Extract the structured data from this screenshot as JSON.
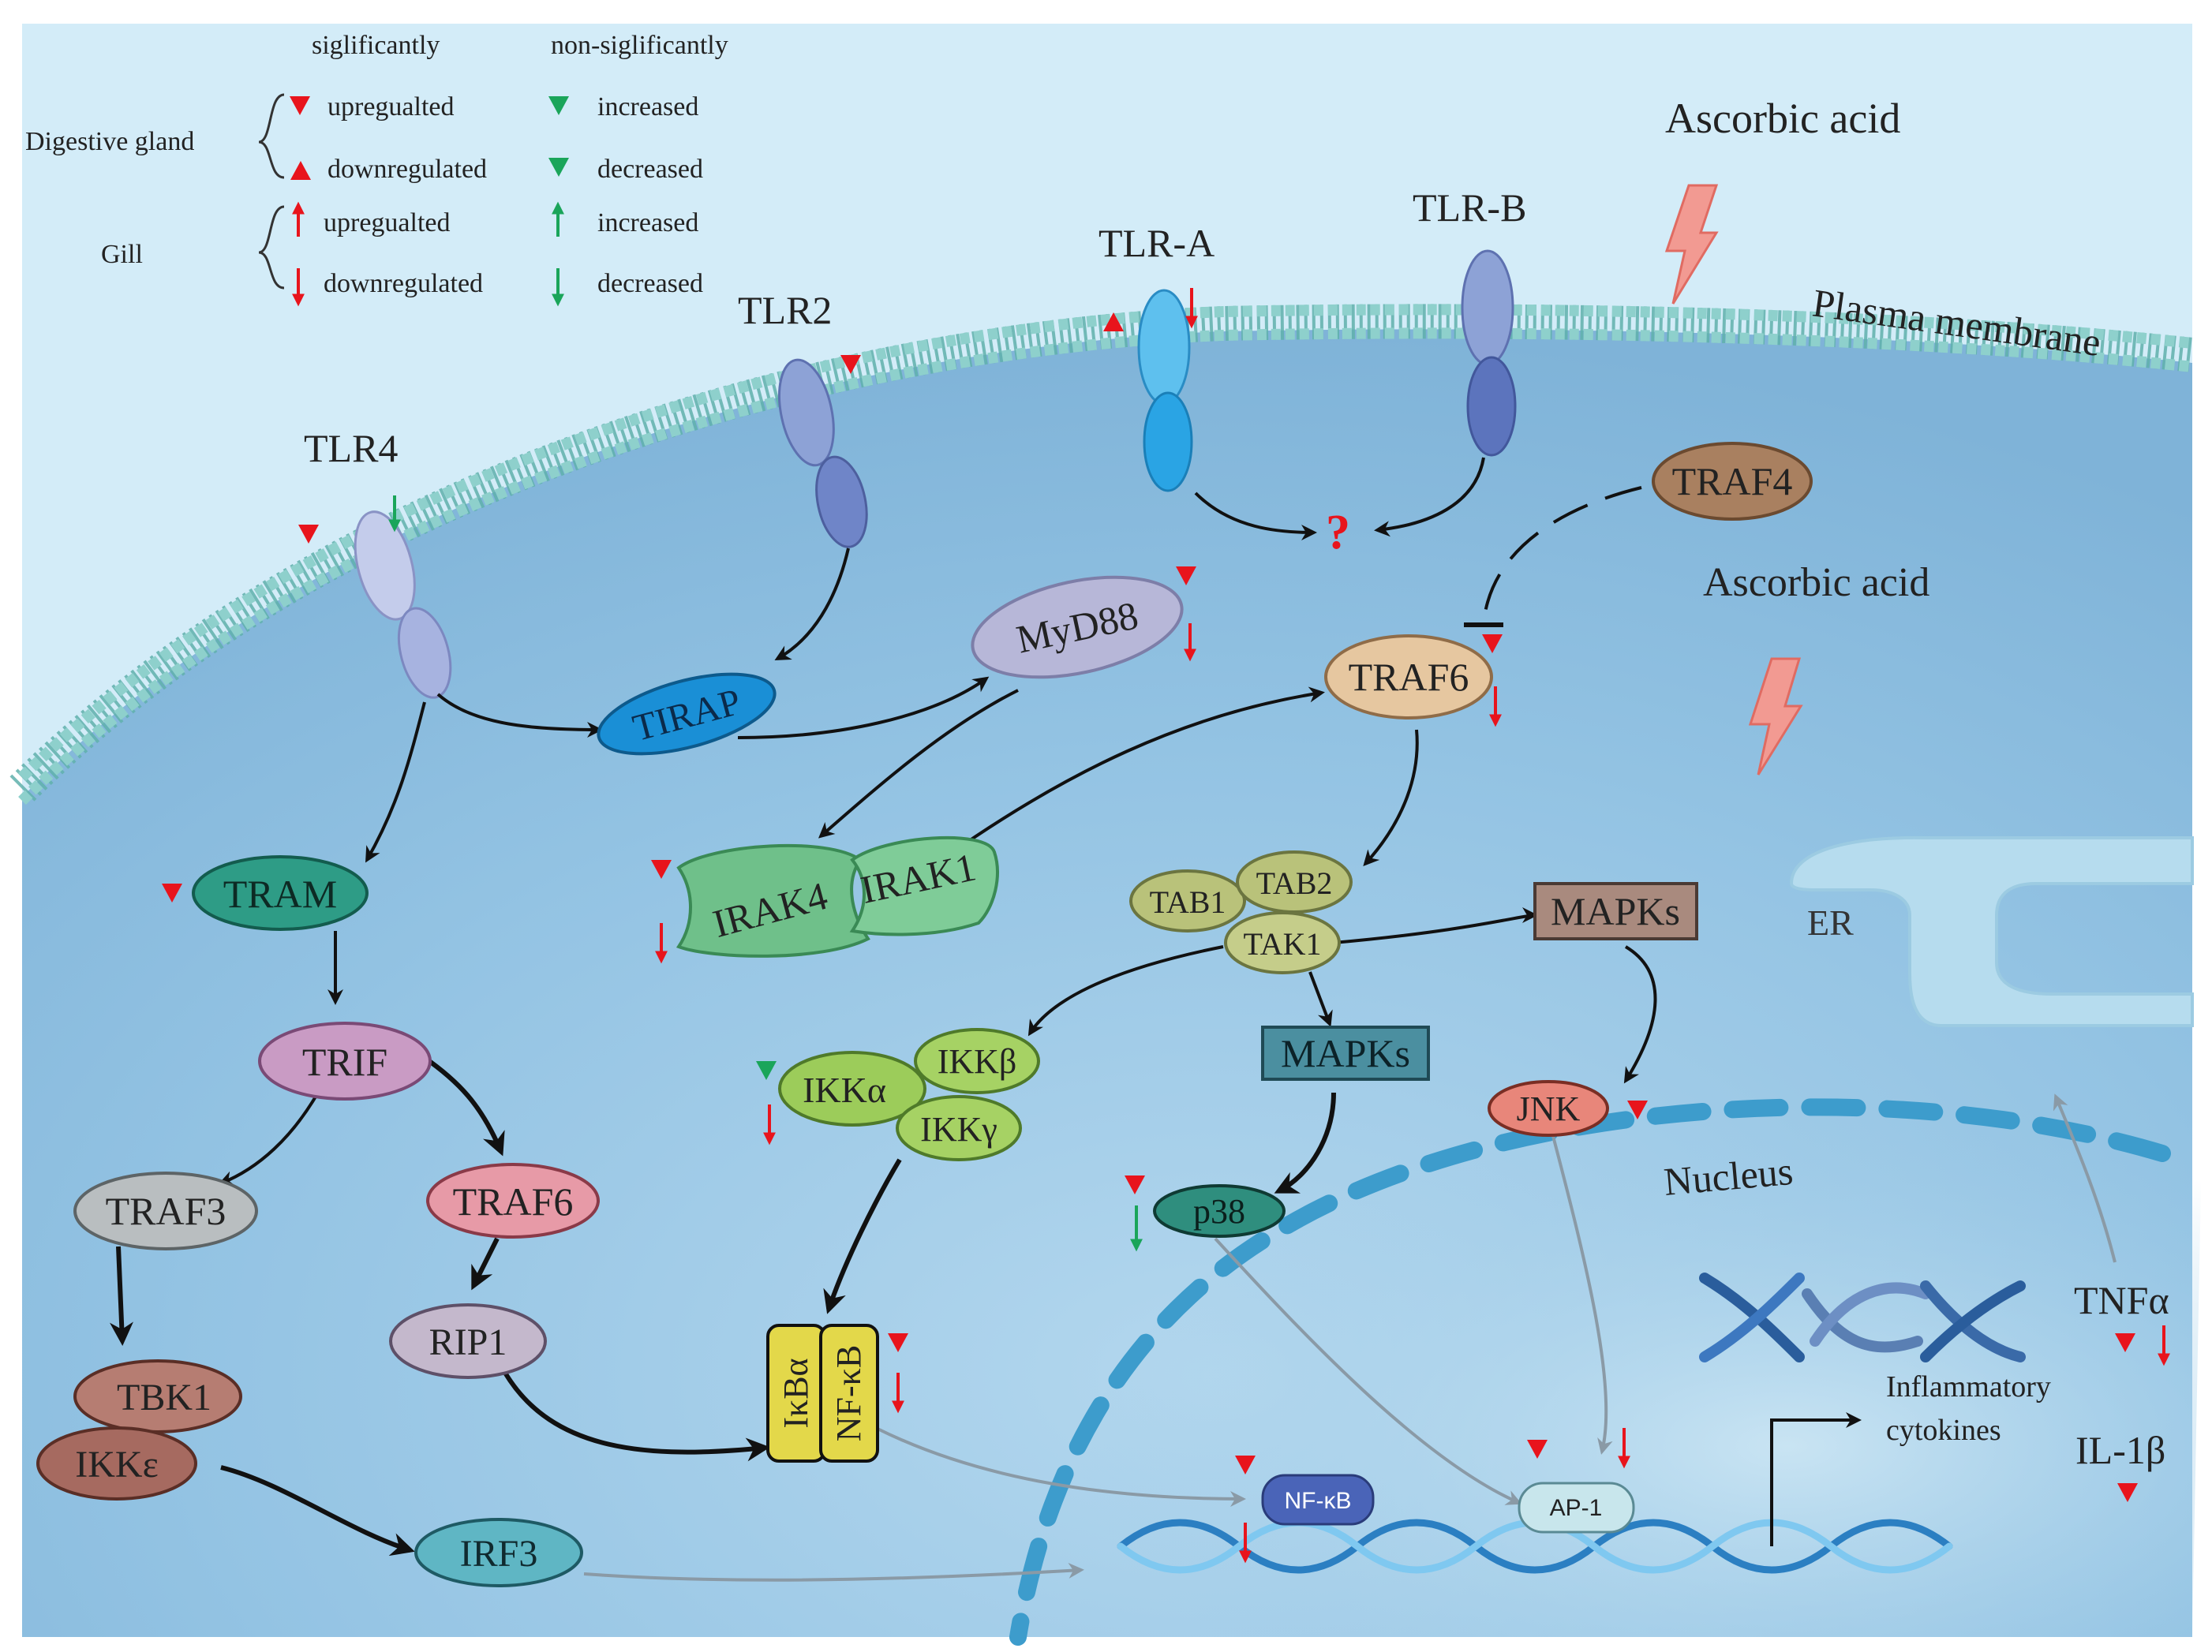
{
  "legend": {
    "header_significant": "siglificantly",
    "header_nonsignificant": "non-siglificantly",
    "digestive_gland": "Digestive gland",
    "gill": "Gill",
    "dg_up": "upregualted",
    "dg_down": "downregulated",
    "dg_inc": "increased",
    "dg_dec": "decreased",
    "gill_up": "upregualted",
    "gill_down": "downregulated",
    "gill_inc": "increased",
    "gill_dec": "decreased"
  },
  "labels": {
    "ascorbic_acid_top": "Ascorbic acid",
    "ascorbic_acid_mid": "Ascorbic acid",
    "plasma_membrane": "Plasma membrane",
    "tlr4": "TLR4",
    "tlr2": "TLR2",
    "tlr_a": "TLR-A",
    "tlr_b": "TLR-B",
    "question": "?",
    "er": "ER",
    "nucleus": "Nucleus",
    "inflammatory_line1": "Inflammatory",
    "inflammatory_line2": "cytokines",
    "tnfa": "TNFα",
    "il1b": "IL-1β"
  },
  "nodes": {
    "traf4": "TRAF4",
    "tirap": "TIRAP",
    "myd88": "MyD88",
    "traf6_top": "TRAF6",
    "tram": "TRAM",
    "irak4": "IRAK4",
    "irak1": "IRAK1",
    "tab1": "TAB1",
    "tab2": "TAB2",
    "tak1": "TAK1",
    "mapks_right": "MAPKs",
    "mapks_mid": "MAPKs",
    "trif": "TRIF",
    "ikka": "IKKα",
    "ikkb": "IKKβ",
    "ikkg": "IKKγ",
    "jnk": "JNK",
    "traf3": "TRAF3",
    "traf6_bottom": "TRAF6",
    "p38": "p38",
    "tbk1": "TBK1",
    "ikke": "IKKε",
    "rip1": "RIP1",
    "ikba": "IκBα",
    "nfkb_complex": "NF-κB",
    "irf3": "IRF3",
    "nfkb_nuclear": "NF-κB",
    "ap1": "AP-1"
  },
  "colors": {
    "significant": "#e8141c",
    "nonsignificant": "#1aa55a",
    "background": "#cfe8f5",
    "cell": "#8fc0e0"
  }
}
